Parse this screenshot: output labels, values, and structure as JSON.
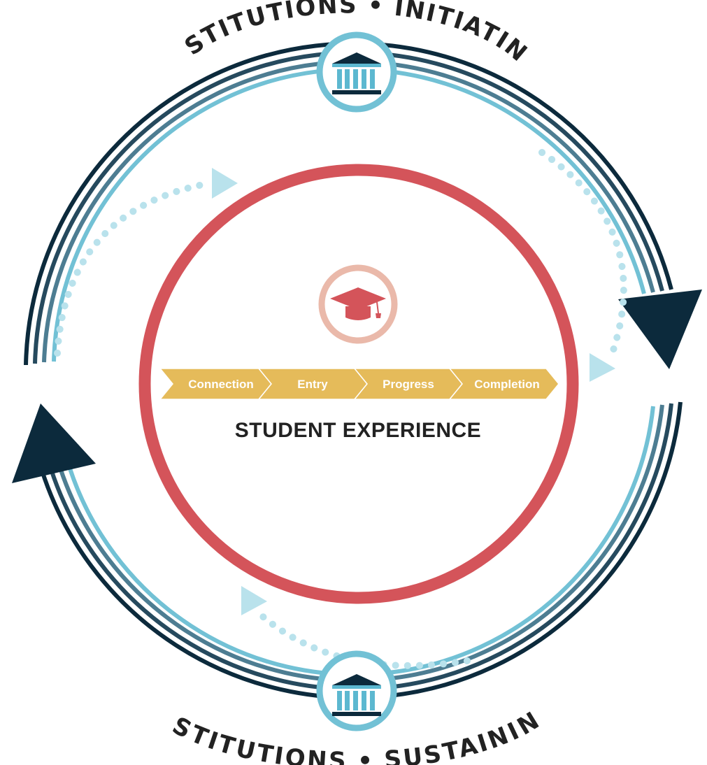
{
  "labels": {
    "top_arc": "INSTITUTIONS • INITIATING",
    "bottom_arc": "INSTITUTIONS • SUSTAINING",
    "center_title": "STUDENT EXPERIENCE"
  },
  "steps": [
    {
      "label": "Connection"
    },
    {
      "label": "Entry"
    },
    {
      "label": "Progress"
    },
    {
      "label": "Completion"
    }
  ],
  "icons": {
    "top_node": "institution-icon",
    "bottom_node": "institution-icon",
    "center_node": "graduation-cap-icon"
  },
  "colors": {
    "ring_outer": "#0c2a3c",
    "ring_2": "#264a5e",
    "ring_3": "#4d7d92",
    "ring_inner": "#72c1d5",
    "student_circle": "#d4545a",
    "cap_ring": "#eab9aa",
    "chevron": "#e5bb5a",
    "dotted_arrow": "#b9e2ec",
    "text_dark": "#222222"
  }
}
